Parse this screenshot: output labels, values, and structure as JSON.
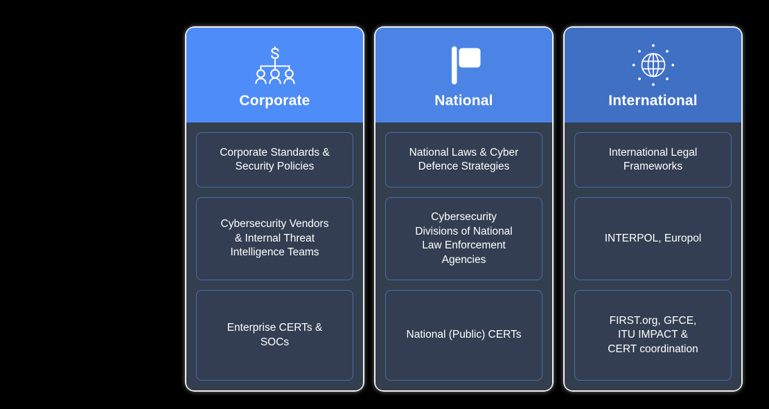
{
  "background_color": "#000000",
  "columns": [
    {
      "key": "corporate",
      "title": "Corporate",
      "icon": "org-chart-dollar-icon",
      "header_color": "#4e8cf8",
      "body_color": "#333e4f",
      "cell_border_color": "#4a6ea8",
      "cells": [
        {
          "text": "Corporate Standards &\nSecurity Policies"
        },
        {
          "text": "Cybersecurity Vendors\n& Internal Threat\nIntelligence Teams"
        },
        {
          "text": "Enterprise CERTs &\nSOCs"
        }
      ]
    },
    {
      "key": "national",
      "title": "National",
      "icon": "flag-icon",
      "header_color": "#4b84e5",
      "body_color": "#333e4f",
      "cell_border_color": "#4a6ea8",
      "cells": [
        {
          "text": "National Laws & Cyber\nDefence Strategies"
        },
        {
          "text": "Cybersecurity\nDivisions of National\nLaw Enforcement\nAgencies"
        },
        {
          "text": "National (Public) CERTs"
        }
      ]
    },
    {
      "key": "international",
      "title": "International",
      "icon": "globe-network-icon",
      "header_color": "#4070c4",
      "body_color": "#333e4f",
      "cell_border_color": "#4a6ea8",
      "cells": [
        {
          "text": "International Legal\nFrameworks"
        },
        {
          "text": "INTERPOL, Europol"
        },
        {
          "text": "FIRST.org, GFCE,\nITU IMPACT &\nCERT coordination"
        }
      ]
    }
  ]
}
